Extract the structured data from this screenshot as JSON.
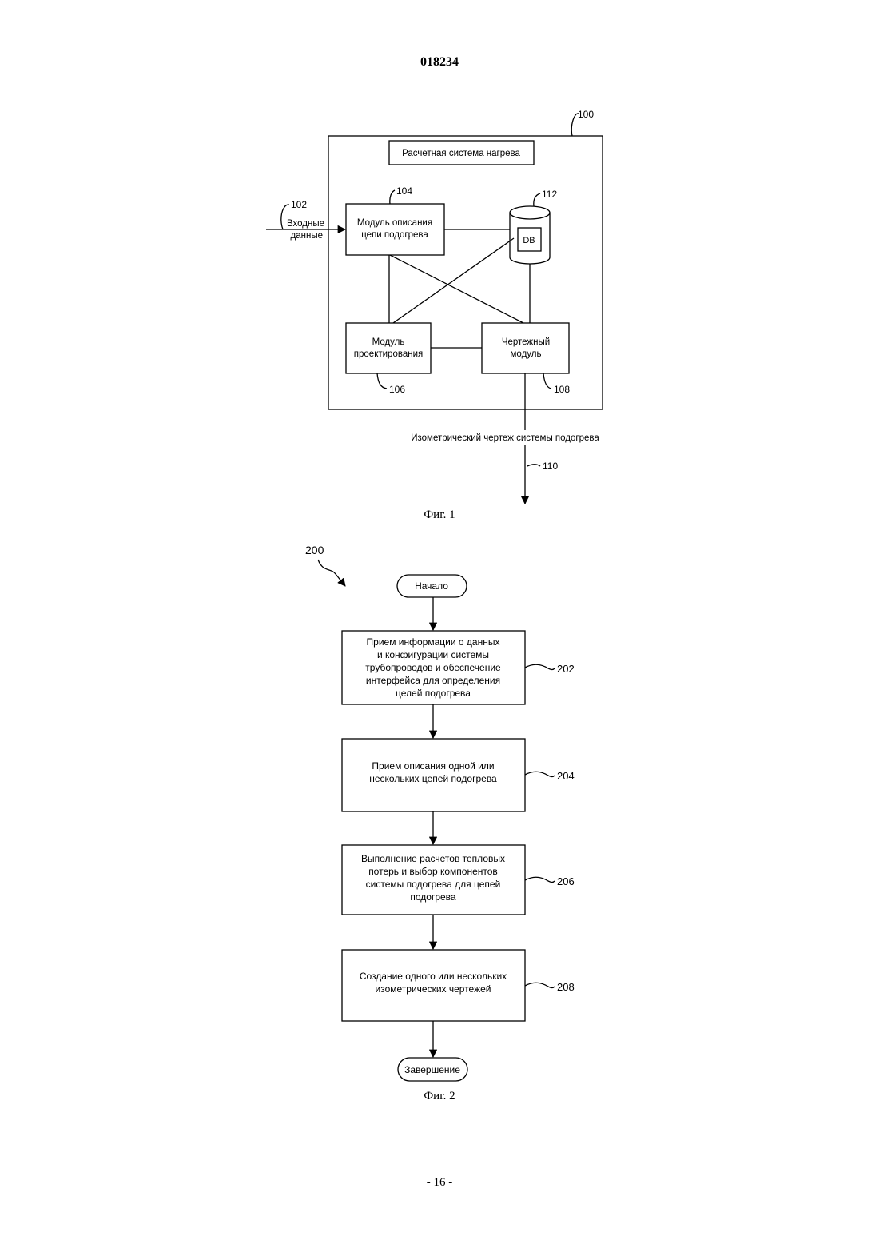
{
  "page": {
    "doc_number": "018234",
    "page_number": "- 16 -"
  },
  "fig1": {
    "caption": "Фиг. 1",
    "ref_system": "100",
    "title_box": "Расчетная система нагрева",
    "input": {
      "ref": "102",
      "line1": "Входные",
      "line2": "данные"
    },
    "module_104": {
      "ref": "104",
      "line1": "Модуль описания",
      "line2": "цепи подогрева"
    },
    "db": {
      "ref": "112",
      "label": "DB"
    },
    "module_106": {
      "ref": "106",
      "line1": "Модуль",
      "line2": "проектирования"
    },
    "module_108": {
      "ref": "108",
      "line1": "Чертежный",
      "line2": "модуль"
    },
    "output": {
      "ref": "110",
      "label": "Изометрический чертеж системы подогрева"
    }
  },
  "fig2": {
    "caption": "Фиг. 2",
    "ref_flow": "200",
    "start": "Начало",
    "end": "Завершение",
    "steps": [
      {
        "ref": "202",
        "lines": [
          "Прием информации о данных",
          "и конфигурации системы",
          "трубопроводов и обеспечение",
          "интерфейса для определения",
          "целей подогрева"
        ]
      },
      {
        "ref": "204",
        "lines": [
          "Прием описания одной или",
          "нескольких цепей подогрева"
        ]
      },
      {
        "ref": "206",
        "lines": [
          "Выполнение расчетов тепловых",
          "потерь и выбор компонентов",
          "системы подогрева для цепей",
          "подогрева"
        ]
      },
      {
        "ref": "208",
        "lines": [
          "Создание одного или нескольких",
          "изометрических чертежей"
        ]
      }
    ]
  }
}
